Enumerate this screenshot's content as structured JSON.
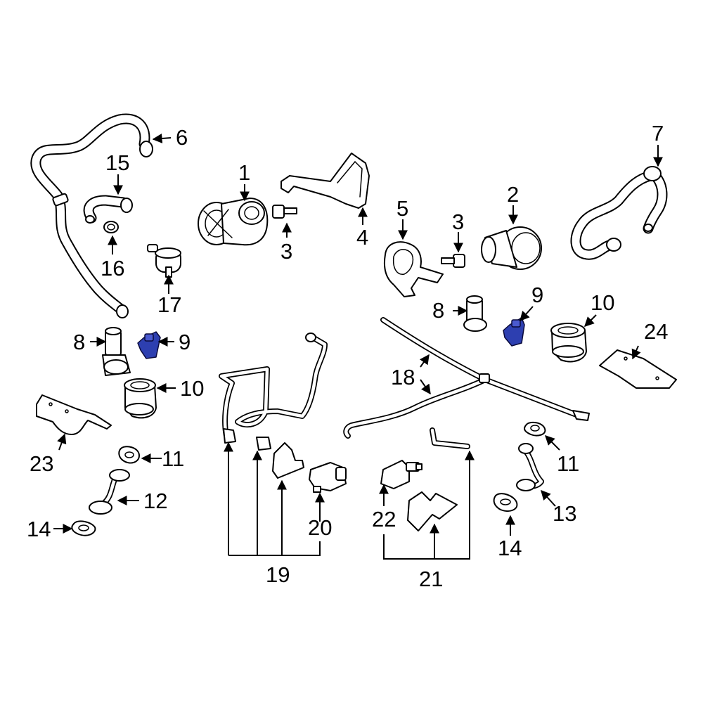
{
  "diagram": {
    "highlight_color": "#2d3fb0",
    "callouts": {
      "c1": "1",
      "c2": "2",
      "c3a": "3",
      "c3b": "3",
      "c4": "4",
      "c5": "5",
      "c6": "6",
      "c7": "7",
      "c8a": "8",
      "c8b": "8",
      "c9a": "9",
      "c9b": "9",
      "c10a": "10",
      "c10b": "10",
      "c11a": "11",
      "c11b": "11",
      "c12": "12",
      "c13": "13",
      "c14a": "14",
      "c14b": "14",
      "c15": "15",
      "c16": "16",
      "c17": "17",
      "c18": "18",
      "c19": "19",
      "c20": "20",
      "c21": "21",
      "c22": "22",
      "c23": "23",
      "c24": "24"
    }
  }
}
